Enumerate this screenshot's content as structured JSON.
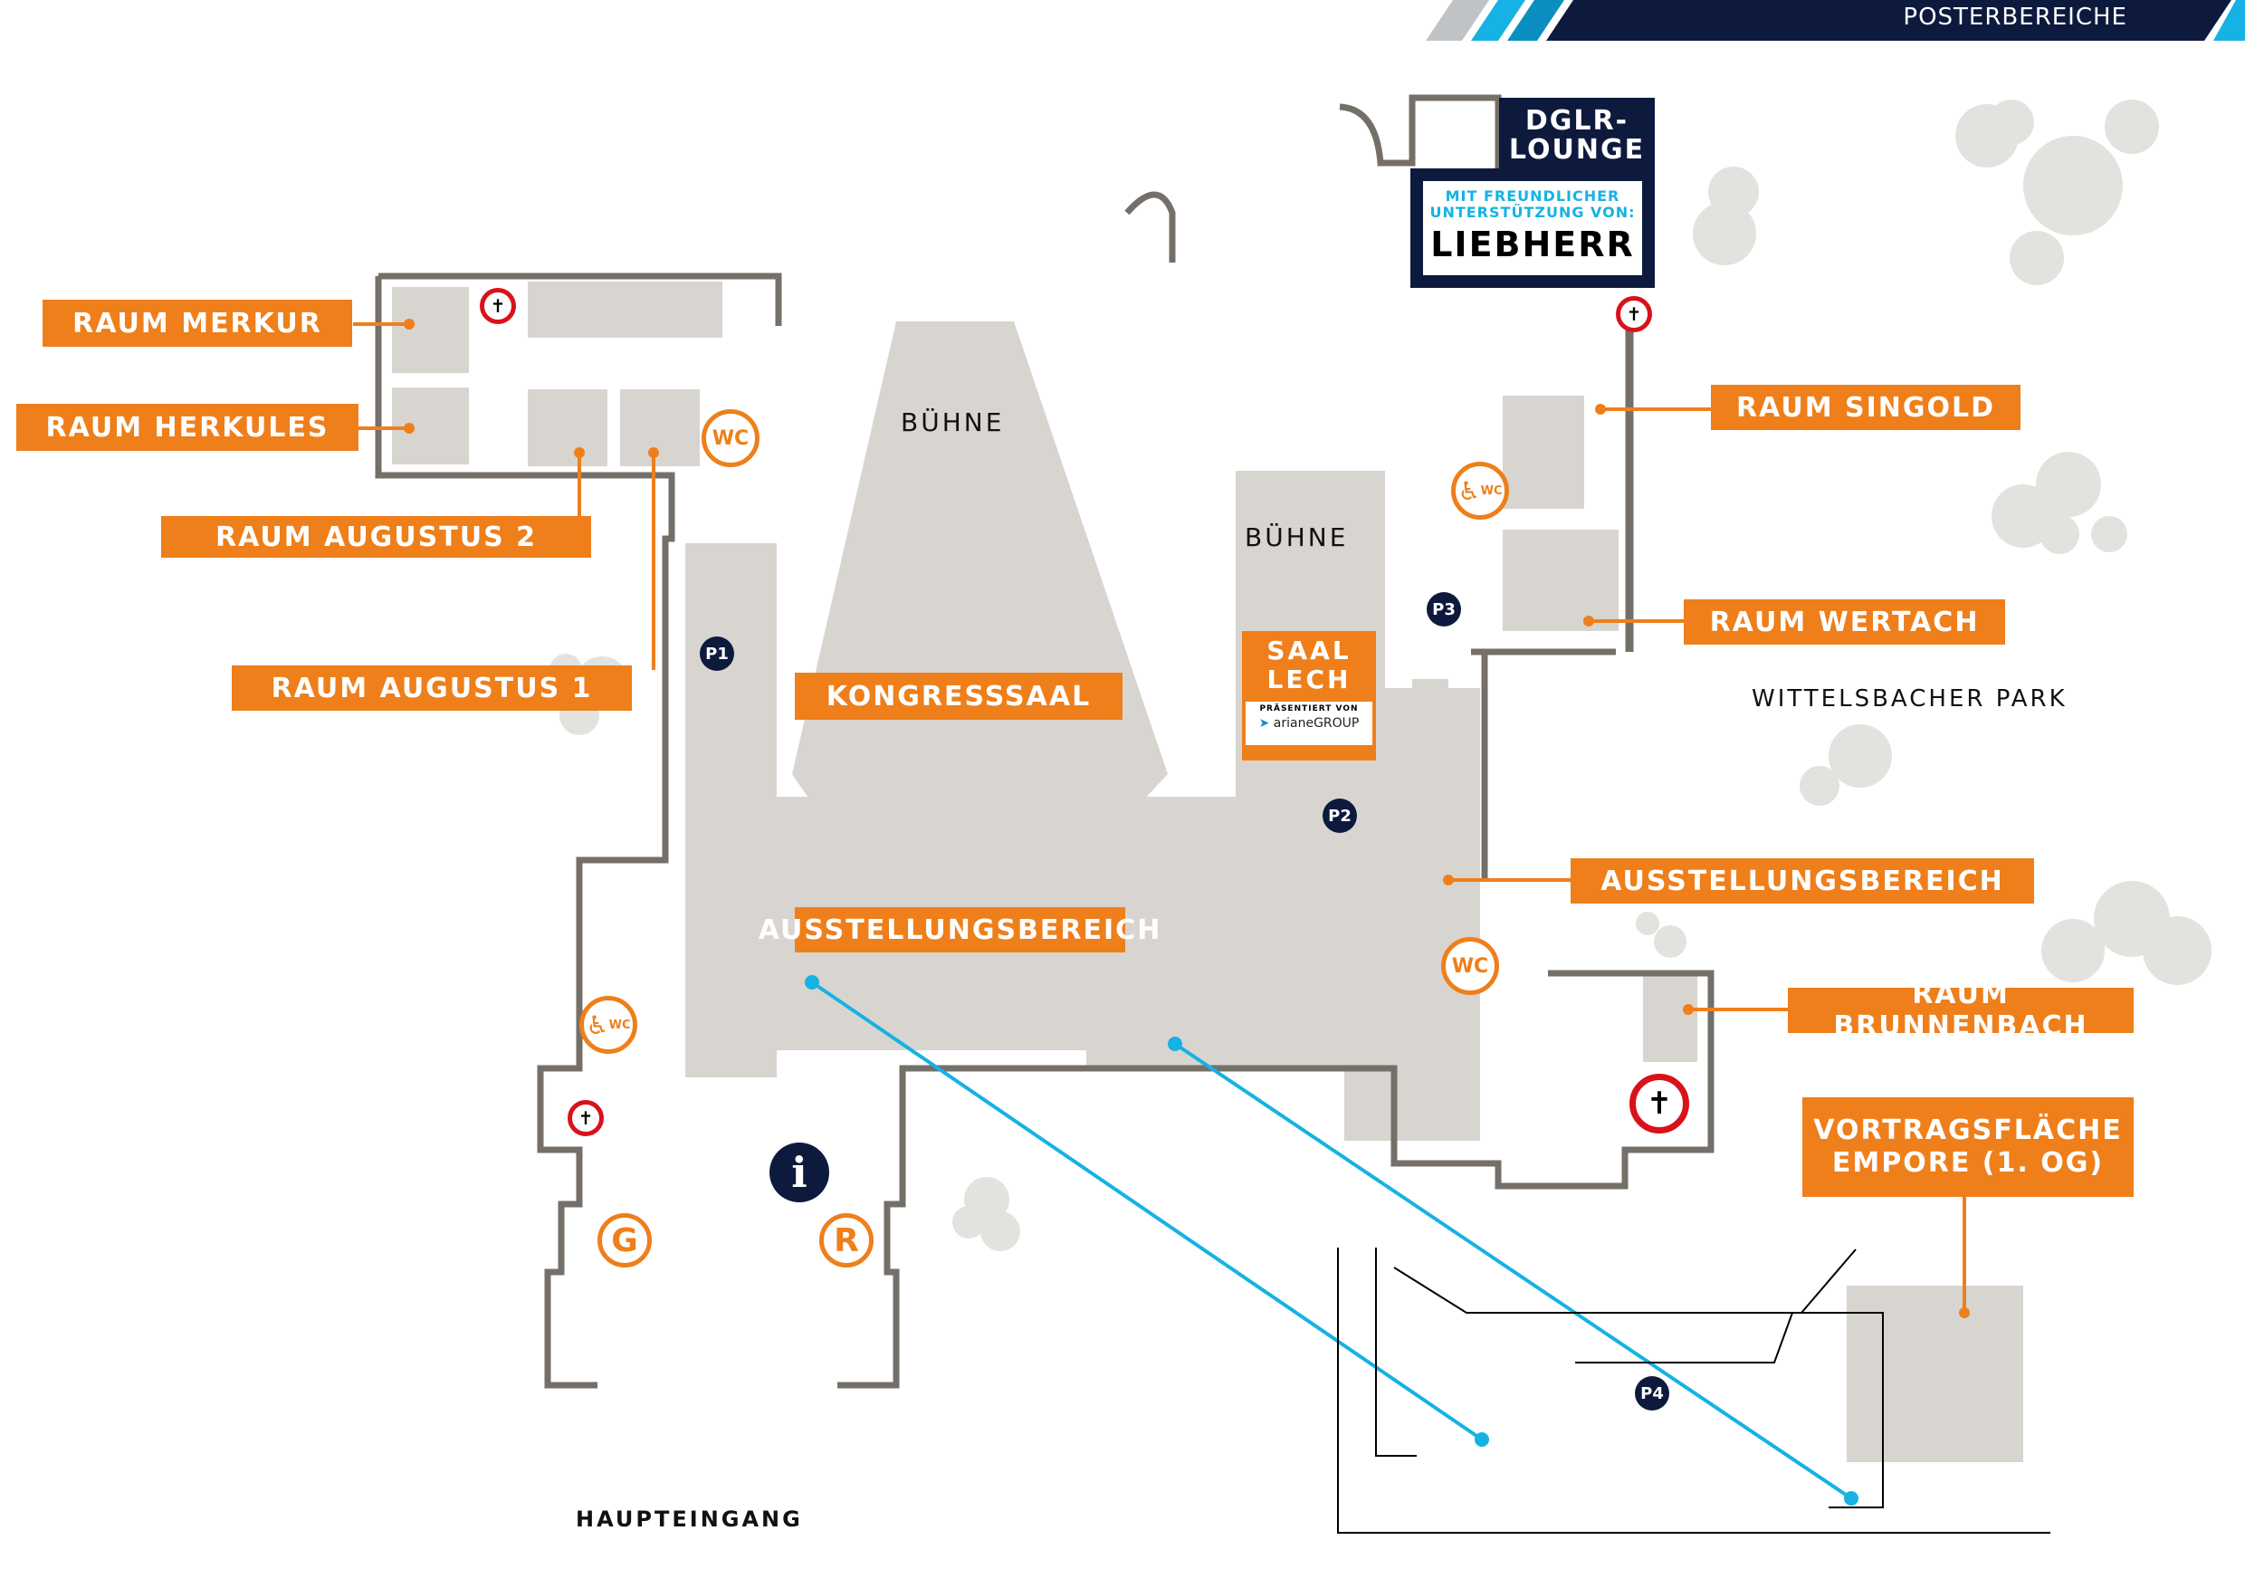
{
  "header": {
    "title": "POSTERBEREICHE",
    "colors": {
      "navy": "#0d1a3e",
      "cyan": "#16b2e3",
      "grey": "#bfc3c6"
    }
  },
  "colors": {
    "label_orange": "#ee7f1b",
    "wall": "#746f68",
    "room_fill": "#d8d5d0",
    "poster_line": "#16b2e3",
    "badge_navy": "#0d1a3e",
    "access_red": "#d9111b",
    "tree_grey": "#e3e2df"
  },
  "room_labels": {
    "merkur": "RAUM MERKUR",
    "herkules": "RAUM HERKULES",
    "augustus2": "RAUM AUGUSTUS 2",
    "augustus1": "RAUM AUGUSTUS 1",
    "kongresssaal": "KONGRESSSAAL",
    "ausstellung_main": "AUSSTELLUNGSBEREICH",
    "ausstellung_east": "AUSSTELLUNGSBEREICH",
    "singold": "RAUM SINGOLD",
    "wertach": "RAUM WERTACH",
    "brunnenbach": "RAUM BRUNNENBACH",
    "empore_line1": "VORTRAGSFLÄCHE",
    "empore_line2": "EMPORE (1. OG)"
  },
  "stage_labels": {
    "kongress_stage": "BÜHNE",
    "lech_stage": "BÜHNE"
  },
  "saal_lech": {
    "line1": "SAAL",
    "line2": "LECH",
    "presented_by": "PRÄSENTIERT VON",
    "sponsor": "arianeGROUP"
  },
  "lounge": {
    "line1": "DGLR-",
    "line2": "LOUNGE",
    "support_line1": "MIT FREUNDLICHER",
    "support_line2": "UNTERSTÜTZUNG VON:",
    "sponsor": "LIEBHERR"
  },
  "place_labels": {
    "park": "WITTELSBACHER PARK",
    "entrance": "HAUPTEINGANG"
  },
  "poster_badges": [
    "P1",
    "P2",
    "P3",
    "P4"
  ],
  "icons": {
    "wc": "WC",
    "accessible_wc": "WC",
    "info": "i",
    "cloakroom": "G",
    "registration": "R"
  }
}
